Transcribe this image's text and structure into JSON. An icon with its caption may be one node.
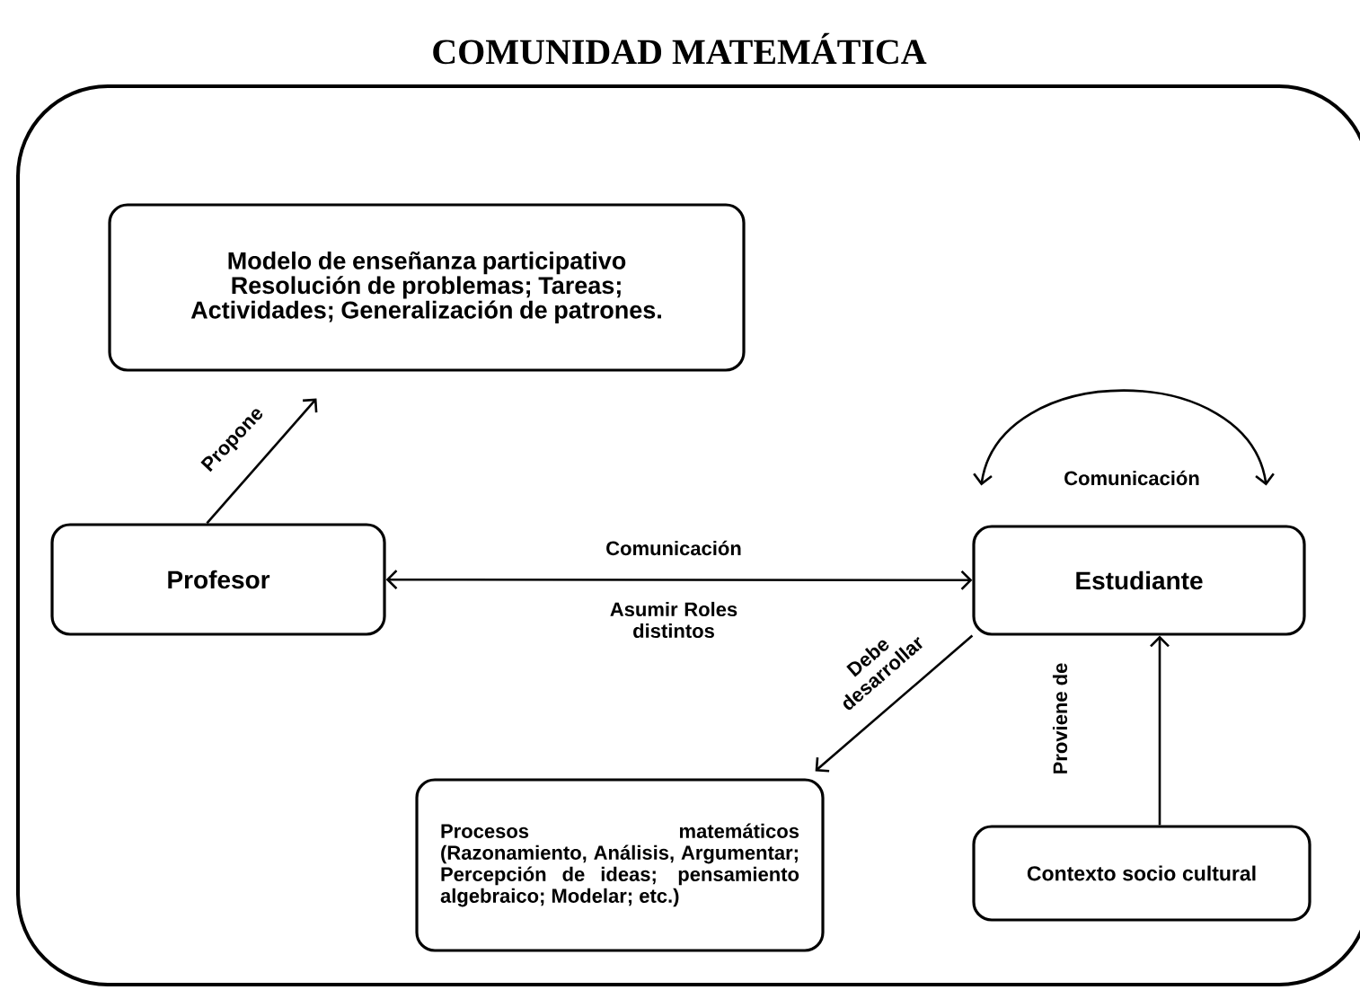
{
  "diagram": {
    "title": "COMUNIDAD MATEMÁTICA",
    "nodes": [
      {
        "text": [],
        "shape": "box"
      },
      {
        "text": [
          "Modelo de enseñanza participativo Resolución de problemas; Tareas; Actividades; Generalización de patrones."
        ],
        "in": 0
      },
      {
        "text": [
          "Profesor"
        ],
        "in": 0
      },
      {
        "text": [
          "Estudiante"
        ],
        "in": 0
      },
      {
        "text": [
          "Procesos matemáticos (Razonamiento, Análisis, Argumentar; Percepción de ideas; pensamiento algebraico; Modelar; etc.)"
        ],
        "in": 0
      },
      {
        "text": [
          "Contexto socio cultural"
        ],
        "in": 0
      }
    ],
    "edges": [
      {
        "from": 2,
        "to": 1,
        "arrow": "to",
        "label": "Propone"
      },
      {
        "from": 2,
        "to": 3,
        "arrow": "both",
        "label": "Comunicación"
      },
      {
        "from": 3,
        "to": 3,
        "arrow": "both",
        "label": "Comunicación"
      },
      {
        "from": 3,
        "to": 4,
        "arrow": "to",
        "label": "Debe desarrollar"
      },
      {
        "from": 5,
        "to": 3,
        "arrow": "to",
        "label": "Proviene de"
      }
    ],
    "labels": [
      "Asumir Roles distintos"
    ]
  }
}
